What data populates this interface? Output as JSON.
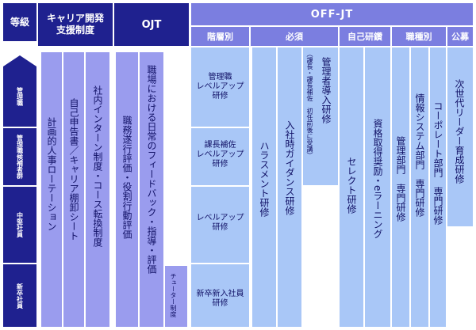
{
  "headers": {
    "grade": "等級",
    "career": "キャリア開発\n支援制度",
    "ojt": "OJT",
    "offjt": "OFF-JT"
  },
  "subheaders": {
    "hierarchy": "階層別",
    "required": "必須",
    "self": "自己研鑽",
    "job": "職種別",
    "public": "公募"
  },
  "grades": [
    "管理職",
    "管理職候補者群",
    "中堅社員",
    "新卒社員"
  ],
  "career_items": [
    "計画的人事ローテーション",
    "自己申告書／キャリア棚卸シート",
    "社内インターン制度・コース転換制度"
  ],
  "ojt_items": [
    "職務遂行評価・役割行動評価",
    "職場における日常のフィードバック・指導・評価",
    "チューター制度"
  ],
  "hierarchy_items": [
    "管理職\nレベルアップ\n研修",
    "課長補佐\nレベルアップ\n研修",
    "レベルアップ\n研修",
    "新卒新入社員\n研修"
  ],
  "required_items": [
    "ハラスメント研修",
    "入社時ガイダンス研修",
    "管理者導入研修",
    "（課長・課長補佐　初任前後に受講）"
  ],
  "self_items": [
    "セレクト研修",
    "資格取得奨励・eラーニング"
  ],
  "job_items": [
    "管理部門　専門研修",
    "情報システム部門　専門研修",
    "コーポレート部門　専門研修"
  ],
  "public_items": [
    "次世代リーダー育成研修"
  ]
}
